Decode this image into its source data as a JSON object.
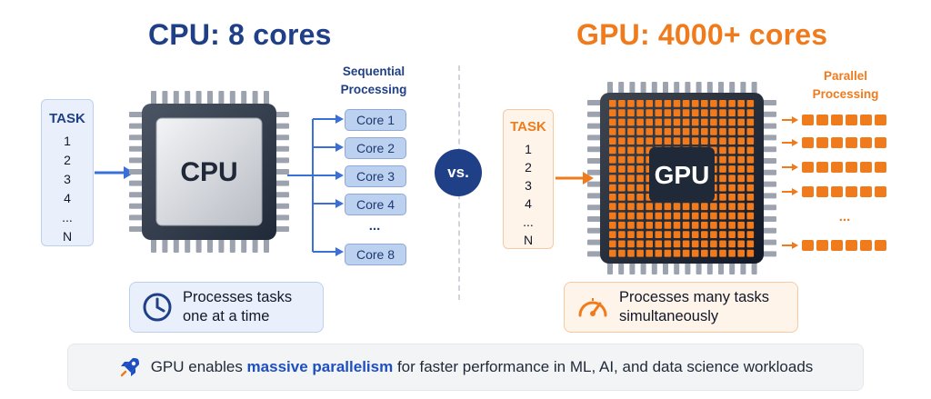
{
  "colors": {
    "cpu_blue": "#1f3f86",
    "arrow_blue": "#3a6fd8",
    "gpu_orange": "#f07b1d",
    "core_fill": "#bcd0f0",
    "gpu_cell": "#f27a1a",
    "vs_badge": "#1f3f86"
  },
  "cpu": {
    "title": "CPU: 8 cores",
    "task_header": "TASK",
    "tasks": [
      "1",
      "2",
      "3",
      "4",
      "...",
      "N"
    ],
    "chip_label": "CPU",
    "processing_label_line1": "Sequential",
    "processing_label_line2": "Processing",
    "cores": [
      "Core 1",
      "Core 2",
      "Core 3",
      "Core 4",
      "...",
      "Core 8"
    ],
    "info_text": "Processes tasks\none at a time",
    "info_icon": "clock-icon"
  },
  "vs_label": "vs.",
  "gpu": {
    "title": "GPU: 4000+ cores",
    "task_header": "TASK",
    "tasks": [
      "1",
      "2",
      "3",
      "4",
      "...",
      "N"
    ],
    "chip_label": "GPU",
    "processing_label_line1": "Parallel",
    "processing_label_line2": "Processing",
    "ellipsis": "...",
    "info_text": "Processes many tasks\nsimultaneously",
    "info_icon": "speedometer-icon"
  },
  "footer": {
    "icon": "rocket-icon",
    "text_before": "GPU enables ",
    "text_highlight": "massive parallelism",
    "text_after": " for faster performance in ML, AI, and data science workloads"
  }
}
